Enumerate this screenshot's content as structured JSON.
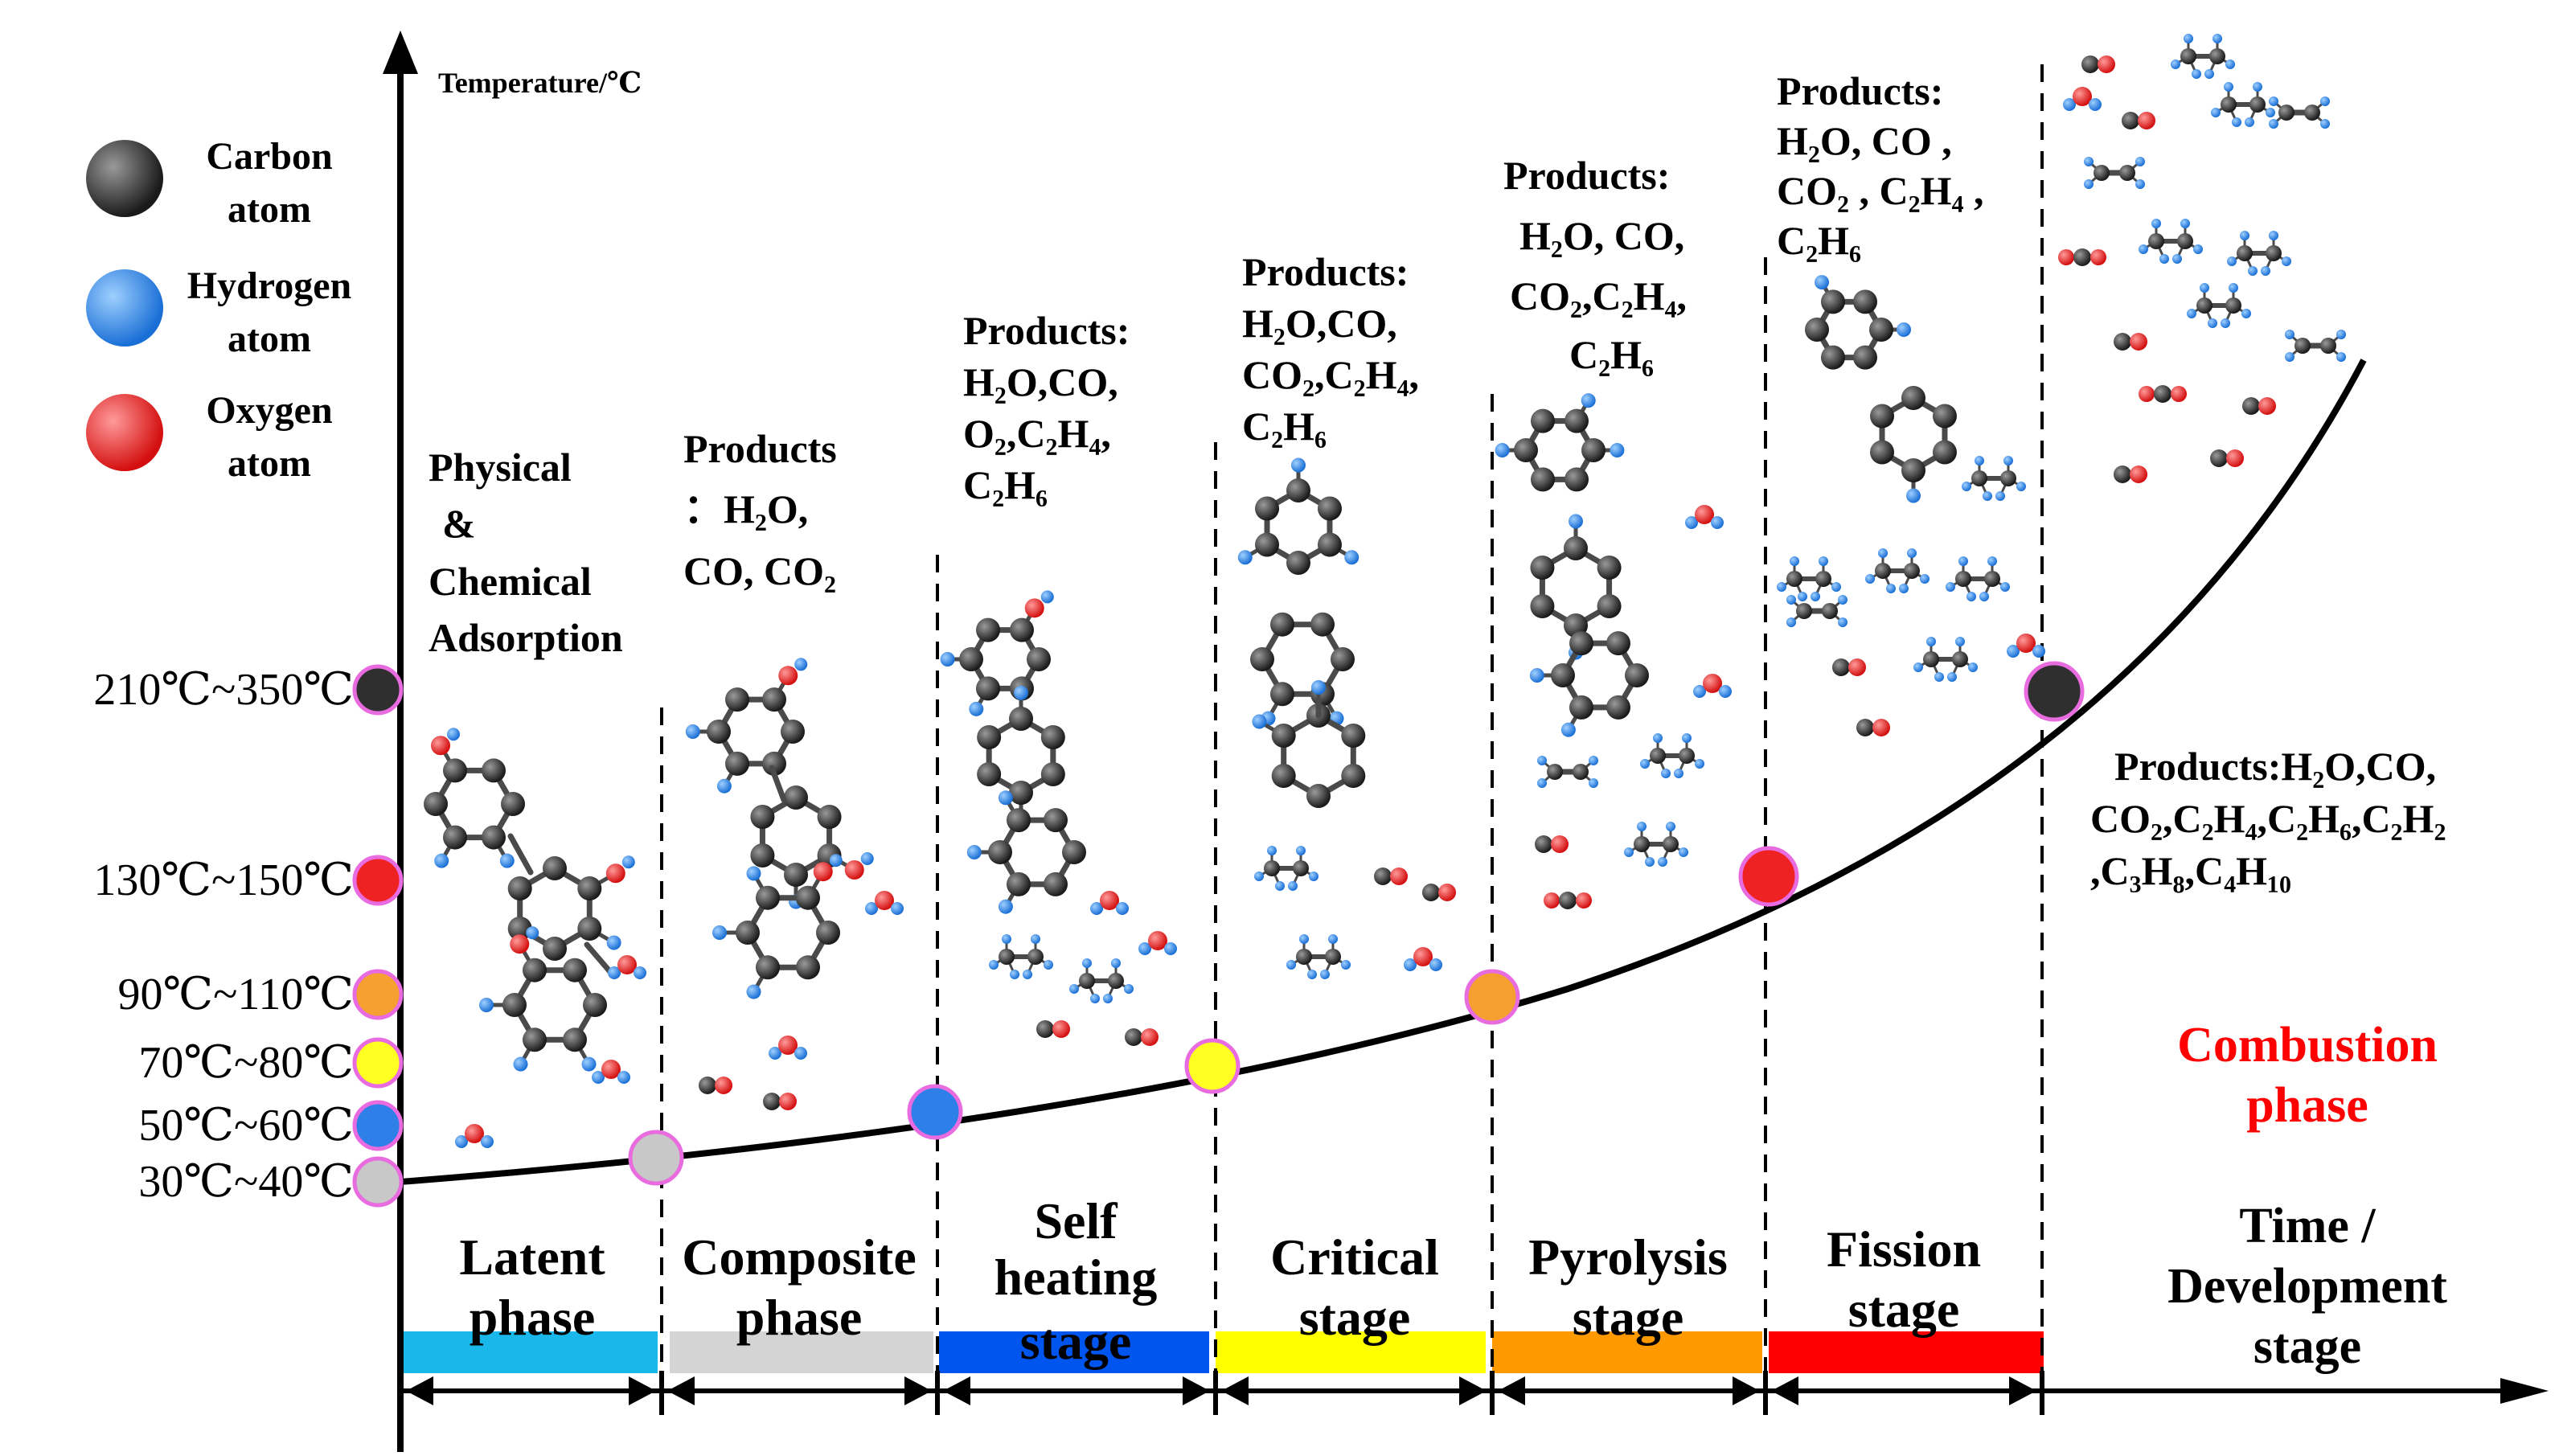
{
  "axes": {
    "y_label": "Temperature/℃",
    "x_label_line1": "Time /",
    "x_label_line2": "Development",
    "x_label_line3": "stage"
  },
  "legend": [
    {
      "name": "carbon",
      "line1": "Carbon",
      "line2": "atom",
      "color": "#333333"
    },
    {
      "name": "hydrogen",
      "line1": "Hydrogen",
      "line2": "atom",
      "color": "#3d8fe6"
    },
    {
      "name": "oxygen",
      "line1": "Oxygen",
      "line2": "atom",
      "color": "#f02a2a"
    }
  ],
  "temperature_levels": [
    {
      "label": "210℃~350℃",
      "color": "#2f2f2f"
    },
    {
      "label": "130℃~150℃",
      "color": "#ee2222"
    },
    {
      "label": "90℃~110℃",
      "color": "#f5a030"
    },
    {
      "label": "70℃~80℃",
      "color": "#ffff22"
    },
    {
      "label": "50℃~60℃",
      "color": "#2f7fe8"
    },
    {
      "label": "30℃~40℃",
      "color": "#c8c8c8"
    }
  ],
  "stages": [
    {
      "name": "latent",
      "line1": "Latent",
      "line2": "phase",
      "line3": "",
      "color": "#1ab7ea"
    },
    {
      "name": "composite",
      "line1": "Composite",
      "line2": "phase",
      "line3": "",
      "color": "#d4d4d4"
    },
    {
      "name": "self-heating",
      "line1": "Self",
      "line2": "heating",
      "line3": "stage",
      "color": "#0055ee"
    },
    {
      "name": "critical",
      "line1": "Critical",
      "line2": "stage",
      "line3": "",
      "color": "#ffff00"
    },
    {
      "name": "pyrolysis",
      "line1": "Pyrolysis",
      "line2": "stage",
      "line3": "",
      "color": "#ff9900"
    },
    {
      "name": "fission",
      "line1": "Fission",
      "line2": "stage",
      "line3": "",
      "color": "#ff0000"
    }
  ],
  "combustion": {
    "line1": "Combustion",
    "line2": "phase",
    "color": "#ff0000"
  },
  "stage_notes": {
    "latent": [
      "Physical",
      "&",
      "Chemical",
      "Adsorption"
    ],
    "composite": [
      "Products",
      "：H₂O,",
      "CO, CO₂"
    ],
    "self_heating": [
      "Products:",
      "H₂O,CO,",
      "O₂,C₂H₄,",
      "C₂H₆"
    ],
    "critical": [
      "Products:",
      "H₂O,CO,",
      "CO₂,C₂H₄,",
      "C₂H₆"
    ],
    "pyrolysis": [
      "Products:",
      "H₂O, CO,",
      "CO₂,C₂H₄,",
      "C₂H₆"
    ],
    "fission": [
      "Products:",
      "H₂O, CO ,",
      "CO₂ , C₂H₄ ,",
      "C₂H₆"
    ],
    "combustion": [
      "Products:H₂O,CO,",
      "CO₂,C₂H₄,C₂H₆,C₂H₂",
      ",C₃H₈,C₄H₁₀"
    ]
  }
}
